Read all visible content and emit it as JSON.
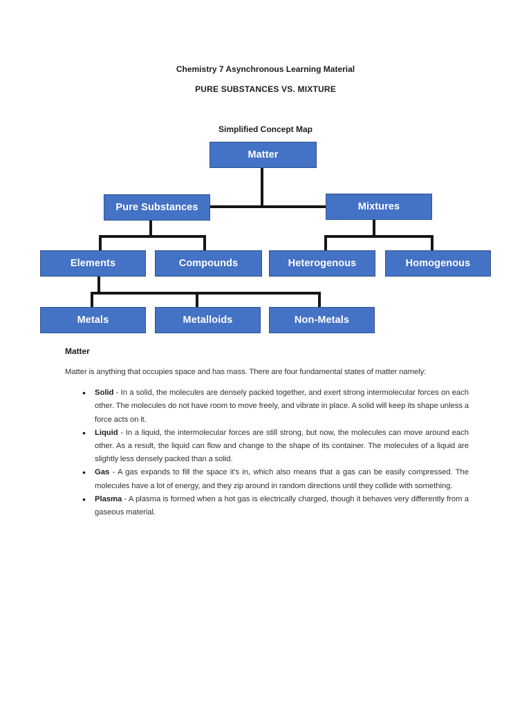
{
  "page": {
    "title_line1": "Chemistry 7 Asynchronous Learning Material",
    "title_line2": "PURE SUBSTANCES VS. MIXTURE"
  },
  "diagram": {
    "heading": "Simplified Concept Map",
    "colors": {
      "node_fill": "#4472C4",
      "node_border": "#2F528F",
      "node_text": "#FFFFFF",
      "connector": "#161616"
    },
    "nodes": {
      "matter": {
        "label": "Matter"
      },
      "pure_substances": {
        "label": "Pure Substances"
      },
      "mixtures": {
        "label": "Mixtures"
      },
      "elements": {
        "label": "Elements"
      },
      "compounds": {
        "label": "Compounds"
      },
      "heterogenous": {
        "label": "Heterogenous"
      },
      "homogenous": {
        "label": "Homogenous"
      },
      "metals": {
        "label": "Metals"
      },
      "metalloids": {
        "label": "Metalloids"
      },
      "non_metals": {
        "label": "Non-Metals"
      }
    }
  },
  "matter_section": {
    "heading": "Matter",
    "intro": "Matter is anything that occupies space and has mass. There are four fundamental states of matter namely:",
    "bullets": [
      {
        "term": "Solid",
        "text": "- In a solid, the molecules are densely packed together, and exert strong intermolecular forces on each other. The molecules do not have room to move freely, and vibrate in place. A solid will keep its shape unless a force acts on it."
      },
      {
        "term": "Liquid",
        "text": "- In a liquid, the intermolecular forces are still strong, but now, the molecules can move around each other. As a result, the liquid can flow and change to the shape of its container. The molecules of a liquid are slightly less densely packed than a solid."
      },
      {
        "term": "Gas",
        "text": "- A gas expands to fill the space it's in, which also means that a gas can be easily compressed. The molecules have a lot of energy, and they zip around in random directions until they collide with something."
      },
      {
        "term": "Plasma",
        "text": "- A plasma is formed when a hot gas is electrically charged, though it behaves very differently from a gaseous material."
      }
    ]
  }
}
